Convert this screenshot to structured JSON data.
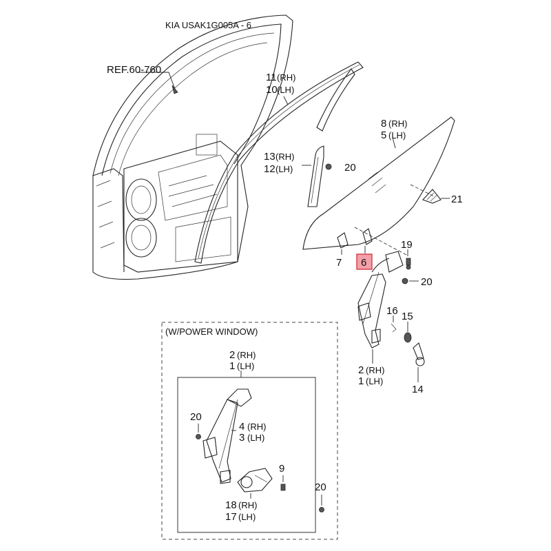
{
  "header": {
    "code": "KIA USAK1G005A - 6"
  },
  "ref_label": "REF.60-760",
  "box_title": "(W/POWER WINDOW)",
  "labels": {
    "p11": "11",
    "p11s": "(RH)",
    "p10": "10",
    "p10s": "(LH)",
    "p13": "13",
    "p13s": "(RH)",
    "p12": "12",
    "p12s": "(LH)",
    "p20a": "20",
    "p8": "8",
    "p8s": "(RH)",
    "p5": "5",
    "p5s": "(LH)",
    "p21": "21",
    "p7": "7",
    "p6": "6",
    "p19": "19",
    "p20b": "20",
    "p16": "16",
    "p15": "15",
    "p2a": "2",
    "p2as": "(RH)",
    "p1a": "1",
    "p1as": "(LH)",
    "p14": "14",
    "p2b": "2",
    "p2bs": "(RH)",
    "p1b": "1",
    "p1bs": "(LH)",
    "p20c": "20",
    "p4": "4",
    "p4s": "(RH)",
    "p3": "3",
    "p3s": "(LH)",
    "p9": "9",
    "p20d": "20",
    "p18": "18",
    "p18s": "(RH)",
    "p17": "17",
    "p17s": "(LH)"
  },
  "highlight": {
    "part": "6",
    "color": "#f4a0a8"
  },
  "icons": [
    "door-frame-icon",
    "window-glass-icon",
    "regulator-icon",
    "motor-icon",
    "bolt-icon",
    "nut-icon",
    "handle-icon"
  ]
}
